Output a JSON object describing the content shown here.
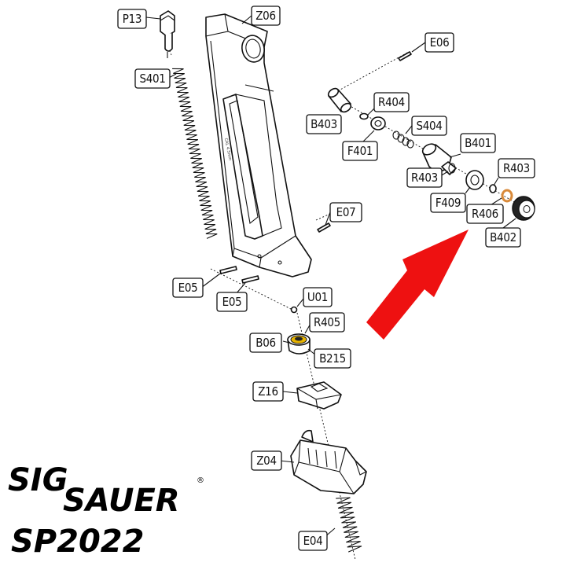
{
  "parts": [
    {
      "id": "P13"
    },
    {
      "id": "Z06"
    },
    {
      "id": "S401"
    },
    {
      "id": "E06"
    },
    {
      "id": "R404"
    },
    {
      "id": "B403"
    },
    {
      "id": "S404"
    },
    {
      "id": "F401"
    },
    {
      "id": "B401"
    },
    {
      "id": "R403"
    },
    {
      "id": "R403"
    },
    {
      "id": "F409"
    },
    {
      "id": "R406"
    },
    {
      "id": "B402"
    },
    {
      "id": "E07"
    },
    {
      "id": "E05"
    },
    {
      "id": "E05"
    },
    {
      "id": "U01"
    },
    {
      "id": "R405"
    },
    {
      "id": "B06"
    },
    {
      "id": "B215"
    },
    {
      "id": "Z16"
    },
    {
      "id": "Z04"
    },
    {
      "id": "E04"
    }
  ],
  "brand": {
    "logo_line1": "SIG",
    "logo_line2": "SAUER",
    "registered": "®",
    "model": "SP2022"
  },
  "colors": {
    "arrow": "#ee1111",
    "ring": "#d98a3a",
    "ink": "#111111"
  }
}
